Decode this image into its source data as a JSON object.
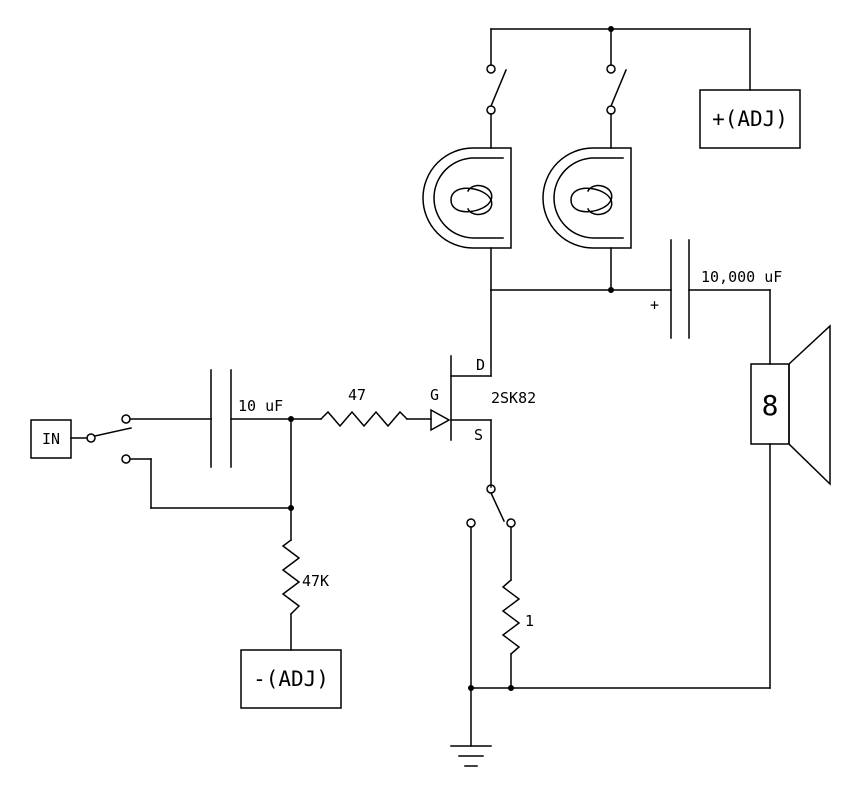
{
  "labels": {
    "in": "IN",
    "pos_supply": "+(ADJ)",
    "neg_supply": "-(ADJ)",
    "cap_input": "10 uF",
    "cap_output": "10,000 uF",
    "cap_output_plus": "+",
    "r_gate": "47",
    "r_bias": "47K",
    "r_source": "1",
    "drain": "D",
    "gate": "G",
    "source": "S",
    "transistor": "2SK82",
    "speaker": "8"
  }
}
